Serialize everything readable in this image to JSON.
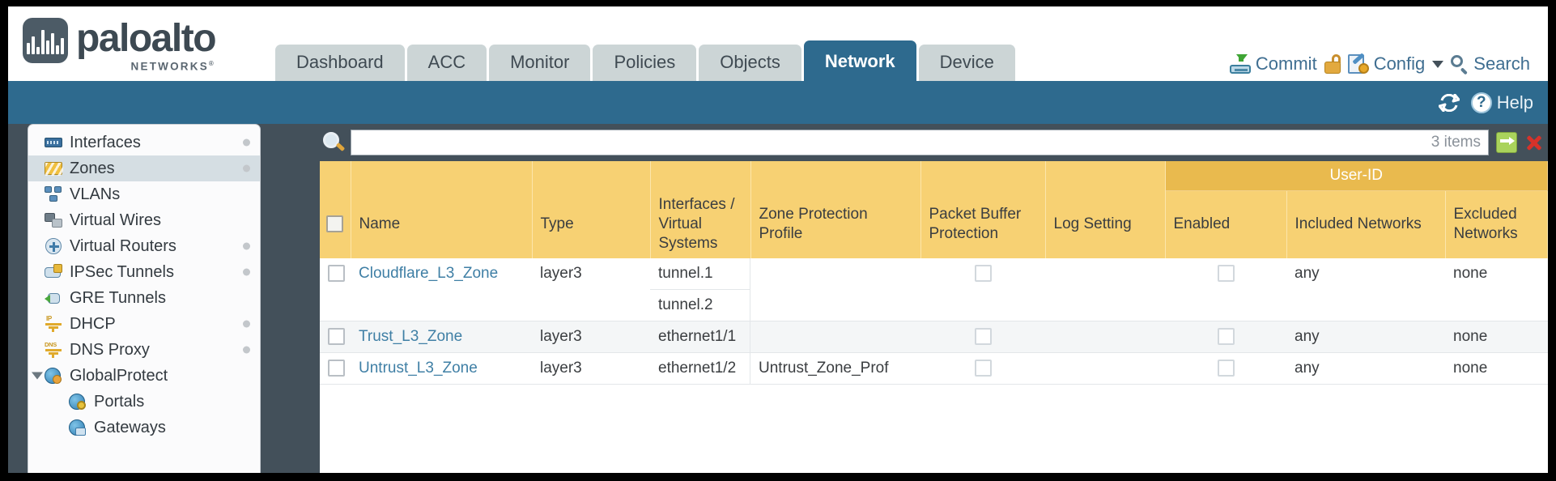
{
  "brand": {
    "name": "paloalto",
    "tagline": "NETWORKS",
    "registered": "®",
    "logo_icon": "paloalto-logo-icon"
  },
  "nav": {
    "tabs": [
      {
        "label": "Dashboard",
        "active": false
      },
      {
        "label": "ACC",
        "active": false
      },
      {
        "label": "Monitor",
        "active": false
      },
      {
        "label": "Policies",
        "active": false
      },
      {
        "label": "Objects",
        "active": false
      },
      {
        "label": "Network",
        "active": true
      },
      {
        "label": "Device",
        "active": false
      }
    ]
  },
  "toolbar": {
    "commit_label": "Commit",
    "commit_icon": "commit-icon",
    "lock_icon": "unlock-icon",
    "config_label": "Config",
    "config_icon": "config-icon",
    "config_caret": "chevron-down-icon",
    "search_label": "Search",
    "search_icon": "search-icon"
  },
  "band": {
    "refresh_icon": "refresh-icon",
    "help_label": "Help",
    "help_icon": "help-icon"
  },
  "sidebar": {
    "items": [
      {
        "label": "Interfaces",
        "icon": "interfaces-icon",
        "selected": false,
        "dot": true,
        "child": false,
        "expander": false
      },
      {
        "label": "Zones",
        "icon": "zones-icon",
        "selected": true,
        "dot": true,
        "child": false,
        "expander": false
      },
      {
        "label": "VLANs",
        "icon": "vlans-icon",
        "selected": false,
        "dot": false,
        "child": false,
        "expander": false
      },
      {
        "label": "Virtual Wires",
        "icon": "virtual-wires-icon",
        "selected": false,
        "dot": false,
        "child": false,
        "expander": false
      },
      {
        "label": "Virtual Routers",
        "icon": "virtual-routers-icon",
        "selected": false,
        "dot": true,
        "child": false,
        "expander": false
      },
      {
        "label": "IPSec Tunnels",
        "icon": "ipsec-tunnels-icon",
        "selected": false,
        "dot": true,
        "child": false,
        "expander": false
      },
      {
        "label": "GRE Tunnels",
        "icon": "gre-tunnels-icon",
        "selected": false,
        "dot": false,
        "child": false,
        "expander": false
      },
      {
        "label": "DHCP",
        "icon": "dhcp-icon",
        "selected": false,
        "dot": true,
        "child": false,
        "expander": false
      },
      {
        "label": "DNS Proxy",
        "icon": "dns-proxy-icon",
        "selected": false,
        "dot": true,
        "child": false,
        "expander": false
      },
      {
        "label": "GlobalProtect",
        "icon": "globalprotect-icon",
        "selected": false,
        "dot": false,
        "child": false,
        "expander": true
      },
      {
        "label": "Portals",
        "icon": "portals-icon",
        "selected": false,
        "dot": false,
        "child": true,
        "expander": false
      },
      {
        "label": "Gateways",
        "icon": "gateways-icon",
        "selected": false,
        "dot": false,
        "child": true,
        "expander": false
      }
    ]
  },
  "search": {
    "value": "",
    "placeholder": "",
    "icon": "magnifier-icon",
    "items_count": "3 items",
    "apply_icon": "apply-filter-icon",
    "clear_icon": "clear-filter-icon"
  },
  "table": {
    "group_header": "User-ID",
    "columns": [
      "Name",
      "Type",
      "Interfaces / Virtual Systems",
      "Zone Protection Profile",
      "Packet Buffer Protection",
      "Log Setting",
      "Enabled",
      "Included Networks",
      "Excluded Networks"
    ],
    "rows": [
      {
        "selected": false,
        "name": "Cloudflare_L3_Zone",
        "type": "layer3",
        "interfaces": [
          "tunnel.1",
          "tunnel.2"
        ],
        "zone_protection_profile": "",
        "packet_buffer_protection": false,
        "log_setting": "",
        "userid_enabled": false,
        "included_networks": "any",
        "excluded_networks": "none"
      },
      {
        "selected": false,
        "name": "Trust_L3_Zone",
        "type": "layer3",
        "interfaces": [
          "ethernet1/1"
        ],
        "zone_protection_profile": "",
        "packet_buffer_protection": false,
        "log_setting": "",
        "userid_enabled": false,
        "included_networks": "any",
        "excluded_networks": "none"
      },
      {
        "selected": false,
        "name": "Untrust_L3_Zone",
        "type": "layer3",
        "interfaces": [
          "ethernet1/2"
        ],
        "zone_protection_profile": "Untrust_Zone_Prof",
        "packet_buffer_protection": false,
        "log_setting": "",
        "userid_enabled": false,
        "included_networks": "any",
        "excluded_networks": "none"
      }
    ]
  },
  "colors": {
    "brand_blue": "#2e6a8e",
    "band_dark": "#43505a",
    "header_amber": "#f7d173",
    "group_amber": "#e9ba4e",
    "link_blue": "#3f7fa5",
    "tab_inactive": "#ccd5d6"
  }
}
